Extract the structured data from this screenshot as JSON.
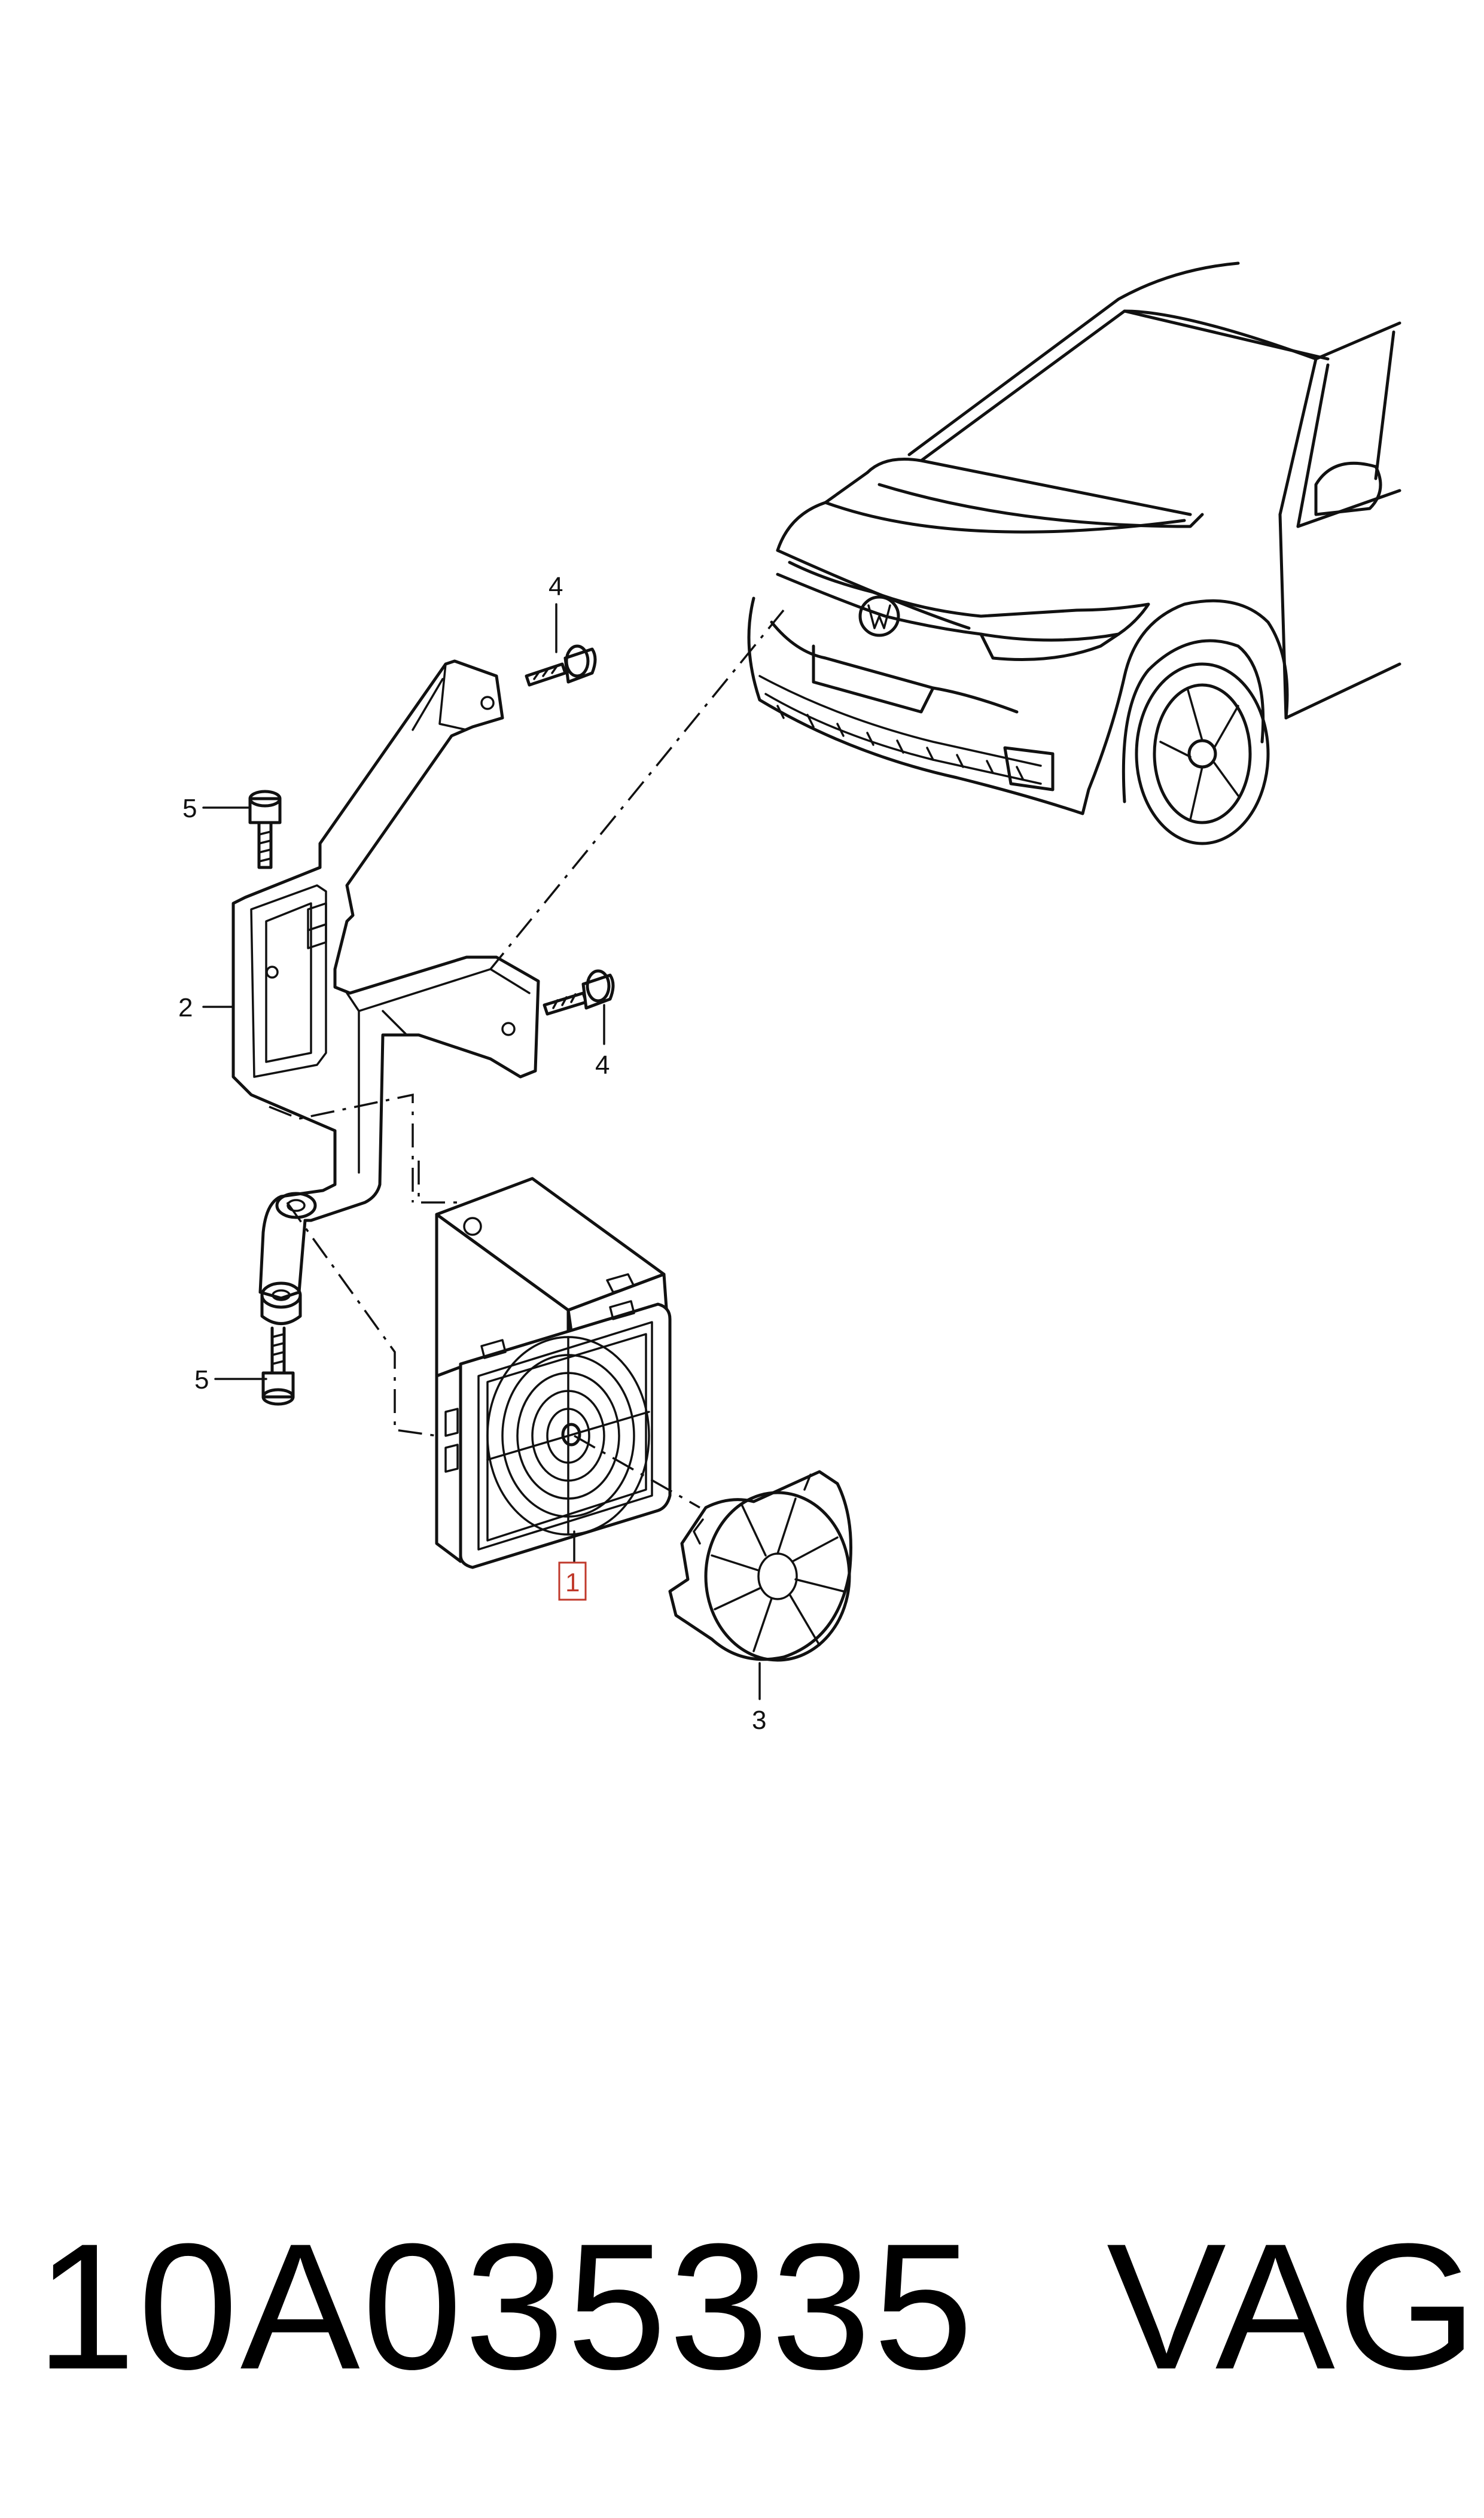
{
  "callouts": {
    "c1": "1",
    "c2": "2",
    "c3": "3",
    "c4a": "4",
    "c4b": "4",
    "c5a": "5",
    "c5b": "5"
  },
  "footer": {
    "part_number": "10A035335",
    "brand": "VAG"
  },
  "colors": {
    "line": "#111111",
    "highlight": "#c0392b",
    "background": "#ffffff"
  }
}
